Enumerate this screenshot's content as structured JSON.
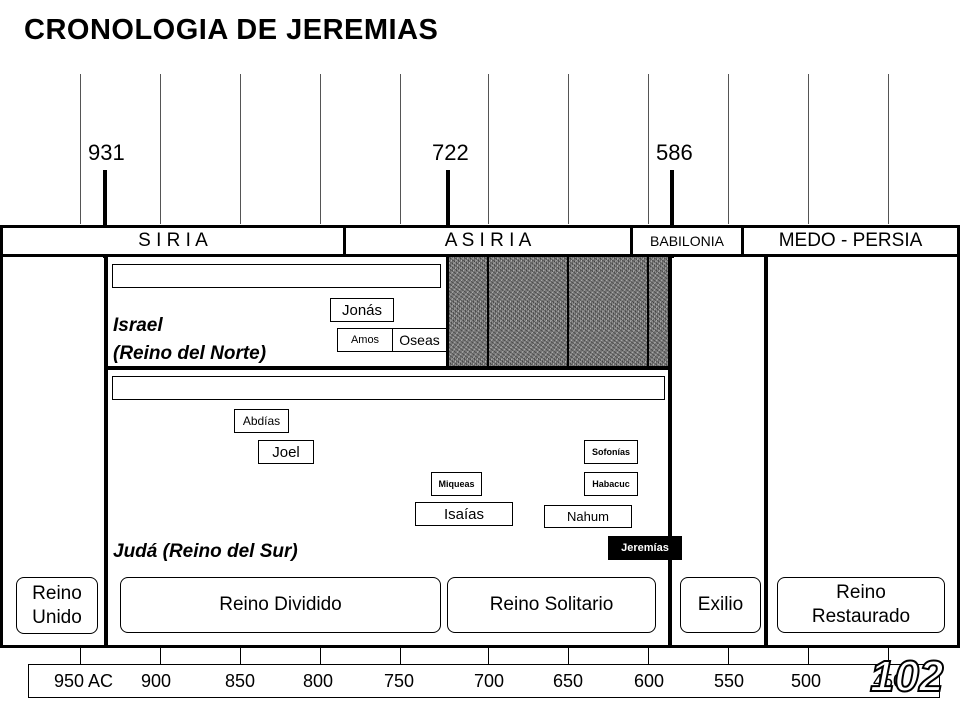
{
  "title": "CRONOLOGIA DE JEREMIAS",
  "key_years": [
    "931",
    "722",
    "586"
  ],
  "empires": [
    "S I R I A",
    "A S I R I A",
    "BABILONIA",
    "MEDO - PERSIA"
  ],
  "israel": {
    "label_line1": "Israel",
    "label_line2": "(Reino del Norte)"
  },
  "juda": {
    "label": "Judá (Reino del Sur)"
  },
  "prophets": {
    "jonas": "Jonás",
    "amos": "Amos",
    "oseas": "Oseas",
    "abdias": "Abdías",
    "joel": "Joel",
    "sofonias": "Sofonías",
    "miqueas": "Miqueas",
    "habacuc": "Habacuc",
    "isaias": "Isaías",
    "nahum": "Nahum",
    "jeremias": "Jeremías"
  },
  "eras": {
    "unido_l1": "Reino",
    "unido_l2": "Unido",
    "dividido": "Reino Dividido",
    "solitario": "Reino Solitario",
    "exilio": "Exilio",
    "restaurado_l1": "Reino",
    "restaurado_l2": "Restaurado"
  },
  "timeline": [
    "950 AC",
    "900",
    "850",
    "800",
    "750",
    "700",
    "650",
    "600",
    "550",
    "500",
    "450"
  ],
  "page_number": "102",
  "colors": {
    "line": "#000000",
    "grid": "#555555",
    "shaded": "#8a8a8a",
    "jeremias_bg": "#000000"
  }
}
